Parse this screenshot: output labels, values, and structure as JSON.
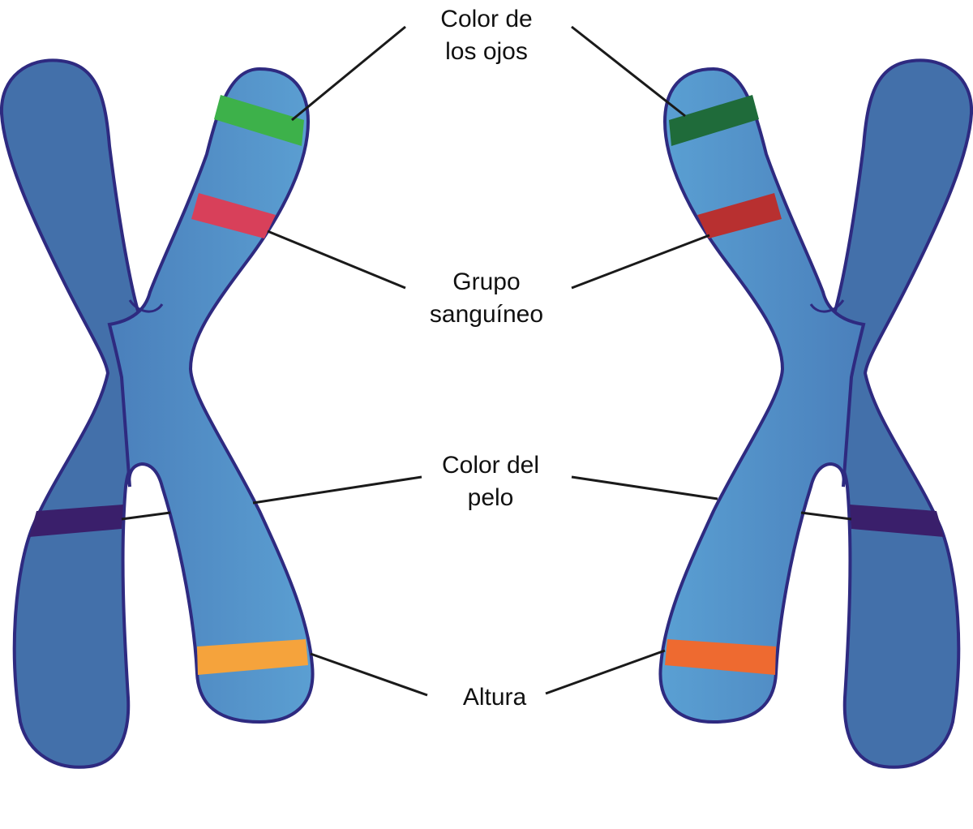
{
  "labels": {
    "eye_color": {
      "line1": "Color de",
      "line2": "los ojos"
    },
    "blood_group": {
      "line1": "Grupo",
      "line2": "sanguíneo"
    },
    "hair_color": {
      "line1": "Color del",
      "line2": "pelo"
    },
    "height": {
      "line1": "Altura"
    }
  },
  "colors": {
    "chromosome_light": "#5b9fd2",
    "chromosome_mid": "#4d87c2",
    "chromosome_dark": "#4370aa",
    "outline": "#2e2a80",
    "eye_band_left": "#3db14a",
    "eye_band_right": "#1f6b3a",
    "blood_band_left": "#d8405a",
    "blood_band_right": "#b83030",
    "hair_band": "#3a1f6b",
    "height_band_left": "#f5a33c",
    "height_band_right": "#ee6a30",
    "leader_line": "#1a1a1a"
  }
}
